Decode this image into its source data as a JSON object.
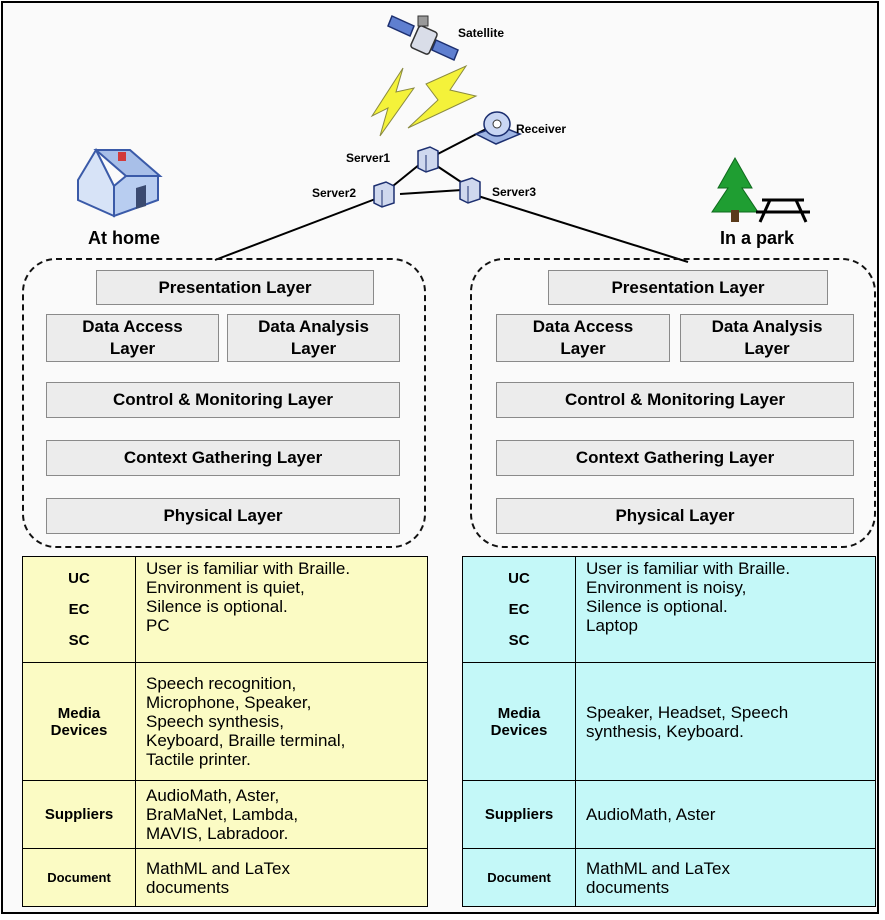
{
  "network": {
    "satellite": "Satellite",
    "receiver": "Receiver",
    "server1": "Server1",
    "server2": "Server2",
    "server3": "Server3"
  },
  "places": {
    "home": "At home",
    "park": "In a park"
  },
  "layers": {
    "presentation": "Presentation Layer",
    "data_access": [
      "Data Access",
      "Layer"
    ],
    "data_analysis": [
      "Data Analysis",
      "Layer"
    ],
    "control": "Control & Monitoring Layer",
    "context": "Context Gathering Layer",
    "physical": "Physical Layer"
  },
  "tables": {
    "home": {
      "context_keys": [
        "UC",
        "EC",
        "SC"
      ],
      "context_lines": [
        "User is familiar with Braille.",
        "Environment is quiet,",
        "Silence is optional.",
        "PC"
      ],
      "media_key": [
        "Media",
        "Devices"
      ],
      "media_lines": [
        "Speech recognition,",
        "Microphone, Speaker,",
        "Speech synthesis,",
        "Keyboard, Braille terminal,",
        "Tactile printer."
      ],
      "suppliers_key": "Suppliers",
      "suppliers_lines": [
        "AudioMath, Aster,",
        "BraMaNet, Lambda,",
        "MAVIS, Labradoor."
      ],
      "document_key": "Document",
      "document_lines": [
        "MathML and LaTex",
        "documents"
      ]
    },
    "park": {
      "context_keys": [
        "UC",
        "EC",
        "SC"
      ],
      "context_lines": [
        "User is familiar with Braille.",
        "Environment is noisy,",
        "Silence is optional.",
        "Laptop"
      ],
      "media_key": [
        "Media",
        "Devices"
      ],
      "media_lines": [
        "Speaker, Headset, Speech",
        "synthesis, Keyboard."
      ],
      "suppliers_key": "Suppliers",
      "suppliers_lines": [
        "AudioMath, Aster"
      ],
      "document_key": "Document",
      "document_lines": [
        "MathML and LaTex",
        "documents"
      ]
    }
  },
  "colors": {
    "home_table": "#fbfbc4",
    "park_table": "#c4f8f8",
    "layer_fill": "#ececec",
    "device_blue": "#7f9fdc",
    "lightning": "#f4f23a"
  },
  "icons": [
    "satellite-icon",
    "receiver-dish-icon",
    "server-icon",
    "house-icon",
    "tree-icon",
    "picnic-table-icon",
    "lightning-icon"
  ]
}
